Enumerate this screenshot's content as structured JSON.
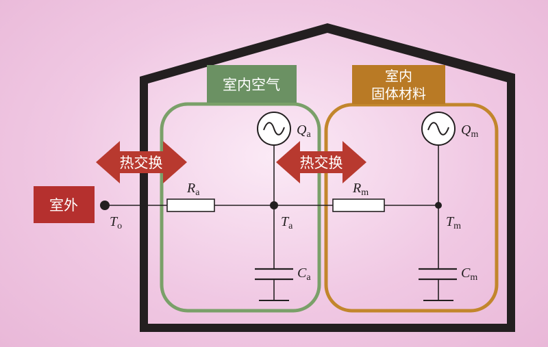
{
  "labels": {
    "indoor_air": "室内空气",
    "indoor_solid_line1": "室内",
    "indoor_solid_line2": "固体材料",
    "outdoor": "室外",
    "heat_exchange_left": "热交换",
    "heat_exchange_right": "热交换"
  },
  "symbols": {
    "Ra": {
      "main": "R",
      "sub": "a"
    },
    "Rm": {
      "main": "R",
      "sub": "m"
    },
    "Qa": {
      "main": "Q",
      "sub": "a"
    },
    "Qm": {
      "main": "Q",
      "sub": "m"
    },
    "To": {
      "main": "T",
      "sub": "o"
    },
    "Ta": {
      "main": "T",
      "sub": "a"
    },
    "Tm": {
      "main": "T",
      "sub": "m"
    },
    "Ca": {
      "main": "C",
      "sub": "a"
    },
    "Cm": {
      "main": "C",
      "sub": "m"
    }
  },
  "colors": {
    "house_outline": "#231f20",
    "air_box_label_bg": "#6b9163",
    "air_box_border": "#7aa069",
    "solid_box_label_bg": "#b97a25",
    "solid_box_border": "#c2862c",
    "outdoor_label_bg": "#b5302e",
    "arrow_fill": "#b8392f",
    "wire": "#231f20"
  }
}
